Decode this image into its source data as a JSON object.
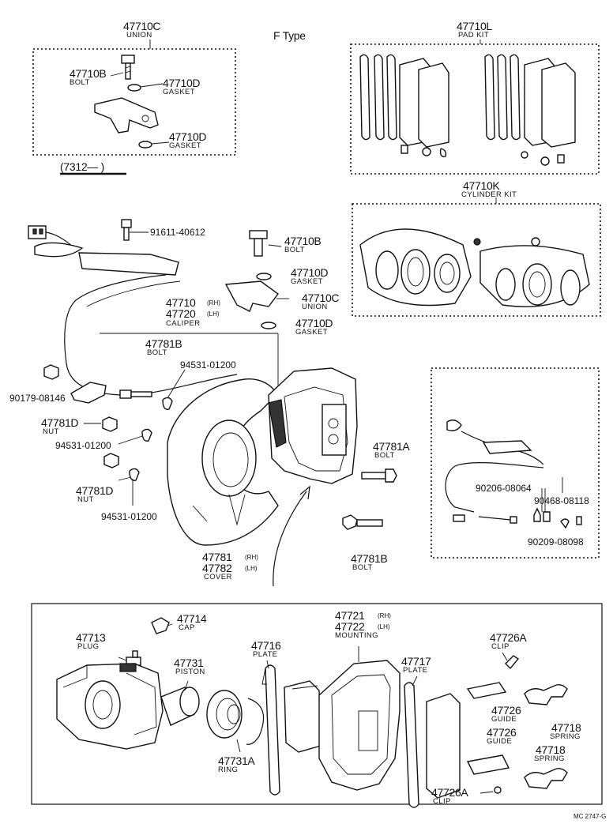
{
  "labels": {
    "l47710c_top": "47710C",
    "union_top": "UNION",
    "f_type": "F Type",
    "l47710l": "47710L",
    "pad_kit": "PAD KIT",
    "l47710b_top": "47710B",
    "bolt_top": "BOLT",
    "l47710d_top1": "47710D",
    "gasket_top1": "GASKET",
    "l47710d_top2": "47710D",
    "gasket_top2": "GASKET",
    "range_note": "(7312—      )",
    "l47710k": "47710K",
    "cylinder_kit": "CYLINDER KIT",
    "l91611": "91611-40612",
    "l47710b_mid": "47710B",
    "bolt_mid": "BOLT",
    "l47710d_mid1": "47710D",
    "gasket_mid1": "GASKET",
    "l47710_rh": "47710",
    "rh_1": "(RH)",
    "l47720_lh": "47720",
    "lh_1": "(LH)",
    "caliper": "CALIPER",
    "l47710c_mid": "47710C",
    "union_mid": "UNION",
    "l47710d_mid2": "47710D",
    "gasket_mid2": "GASKET",
    "l47781b_top": "47781B",
    "bolt_781b_top": "BOLT",
    "l94531_a": "94531-01200",
    "l90179": "90179-08146",
    "l47781d_a": "47781D",
    "nut_a": "NUT",
    "l94531_b": "94531-01200",
    "l47781d_b": "47781D",
    "nut_b": "NUT",
    "l94531_c": "94531-01200",
    "l47781a": "47781A",
    "bolt_781a": "BOLT",
    "l90206": "90206-08064",
    "l90468": "90468-08118",
    "l90209": "90209-08098",
    "l47781_rh": "47781",
    "rh_2": "(RH)",
    "l47782_lh": "47782",
    "lh_2": "(LH)",
    "cover": "COVER",
    "l47781b_bot": "47781B",
    "bolt_781b_bot": "BOLT",
    "l47721_rh": "47721",
    "rh_3": "(RH)",
    "l47722_lh": "47722",
    "lh_3": "(LH)",
    "mounting": "MOUNTING",
    "l47714": "47714",
    "cap": "CAP",
    "l47713": "47713",
    "plug": "PLUG",
    "l47716": "47716",
    "plate_1": "PLATE",
    "l47731": "47731",
    "piston": "PISTON",
    "l47717": "47717",
    "plate_2": "PLATE",
    "l47726a_top": "47726A",
    "clip_top": "CLIP",
    "l47726_1": "47726",
    "guide_1": "GUIDE",
    "l47726_2": "47726",
    "guide_2": "GUIDE",
    "l47718_1": "47718",
    "spring_1": "SPRING",
    "l47718_2": "47718",
    "spring_2": "SPRING",
    "l47731a": "47731A",
    "ring": "RING",
    "l47726a_bot": "47726A",
    "clip_bot": "CLIP",
    "mc_code": "MC 2747-G"
  }
}
